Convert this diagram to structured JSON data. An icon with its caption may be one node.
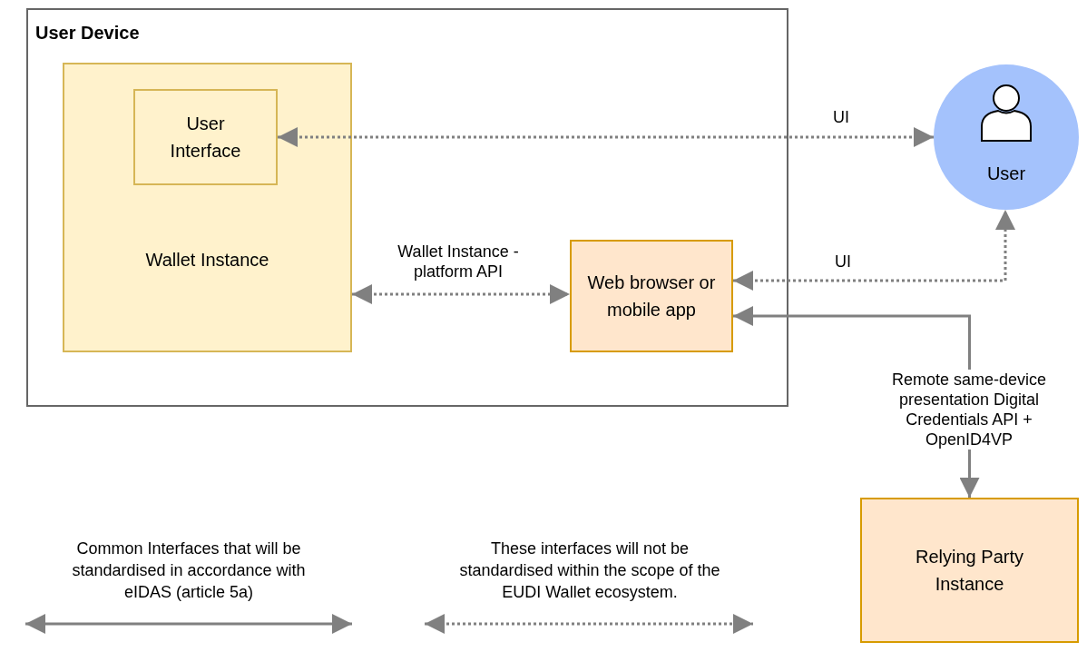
{
  "diagram": {
    "nodes": [
      {
        "text": [
          "User Device"
        ]
      },
      {
        "text": [
          "Wallet Instance"
        ],
        "in": 0
      },
      {
        "text": [
          "User Interface"
        ],
        "in": 1
      },
      {
        "text": [
          "Web browser or mobile app"
        ],
        "in": 0
      },
      {
        "text": [
          "User"
        ]
      },
      {
        "text": [
          "Relying Party Instance"
        ]
      }
    ],
    "edges": [
      {
        "from": 2,
        "to": 4,
        "arrow": "both",
        "label": "UI",
        "style": "dashed"
      },
      {
        "from": 1,
        "to": 3,
        "arrow": "both",
        "label": "Wallet Instance - platform API",
        "style": "dashed"
      },
      {
        "from": 3,
        "to": 4,
        "arrow": "both",
        "label": "UI",
        "style": "dashed"
      },
      {
        "from": 3,
        "to": 5,
        "arrow": "both",
        "label": "Remote same-device presentation Digital Credentials API + OpenID4VP"
      }
    ],
    "legend": [
      {
        "text": "Common Interfaces that will be standardised in accordance with eIDAS (article 5a)"
      },
      {
        "text": "These interfaces will not be standardised within the scope of the EUDI Wallet ecosystem."
      }
    ]
  }
}
